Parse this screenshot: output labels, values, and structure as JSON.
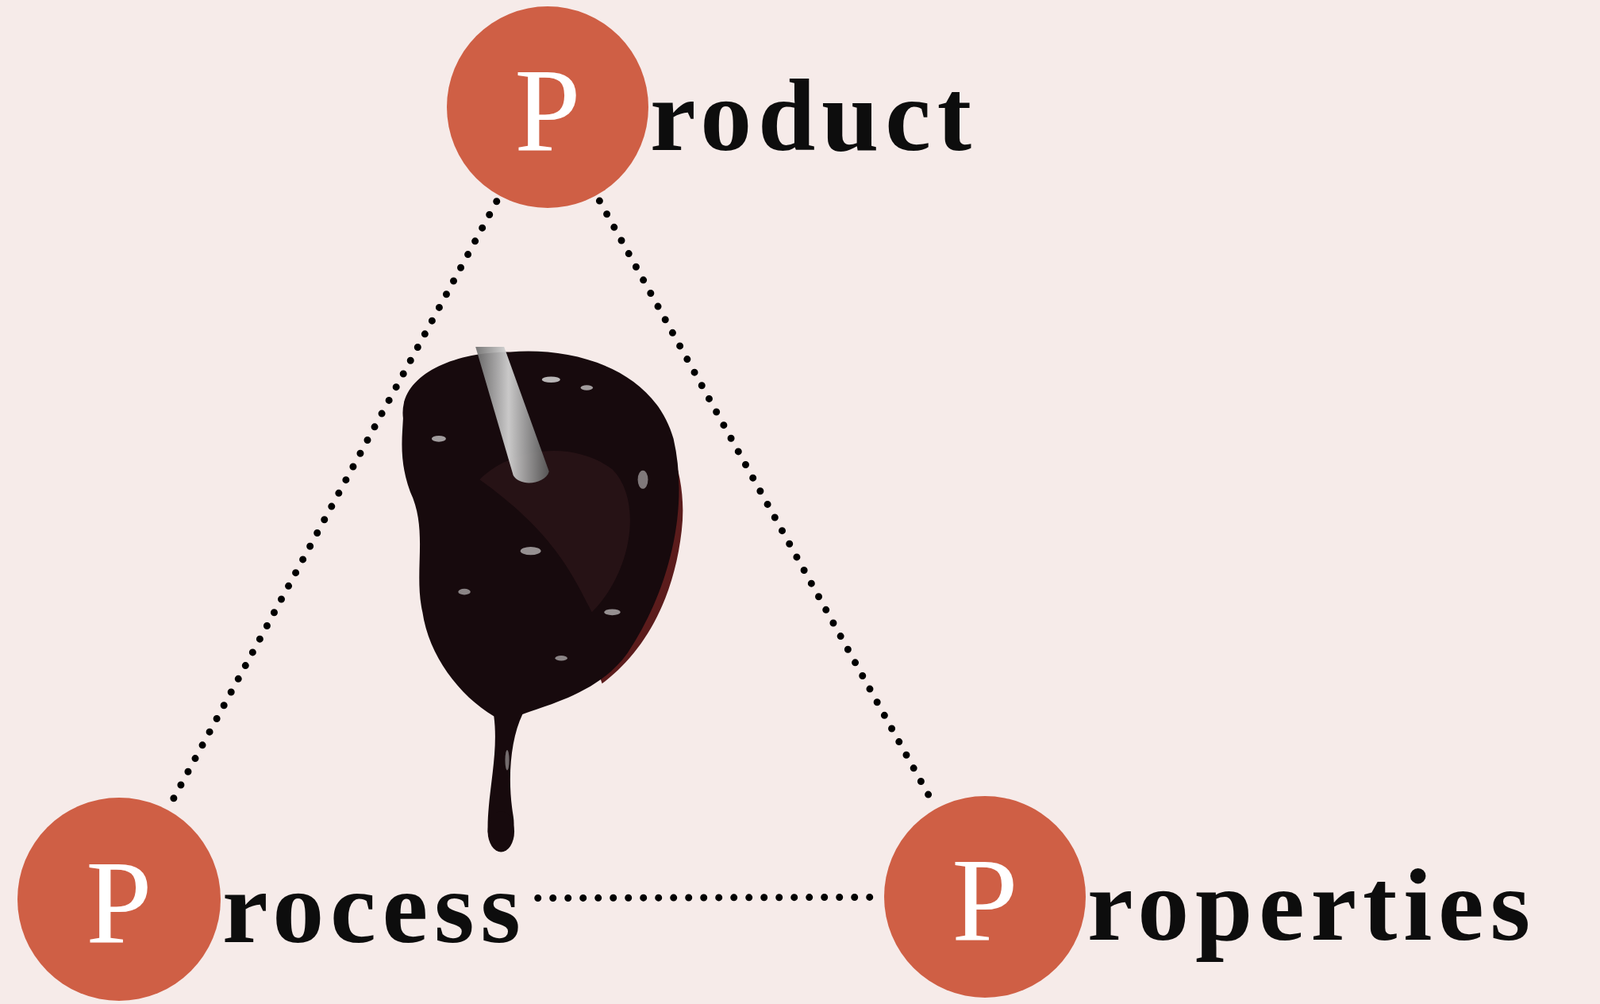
{
  "diagram": {
    "nodes": [
      {
        "text": [
          "P",
          "roduct"
        ]
      },
      {
        "text": [
          "P",
          "rocess"
        ]
      },
      {
        "text": [
          "P",
          "roperties"
        ]
      }
    ],
    "edges": [
      {
        "from": 0,
        "to": 1,
        "arrow": "none"
      },
      {
        "from": 0,
        "to": 2,
        "arrow": "none"
      },
      {
        "from": 1,
        "to": 2,
        "arrow": "none"
      }
    ]
  }
}
